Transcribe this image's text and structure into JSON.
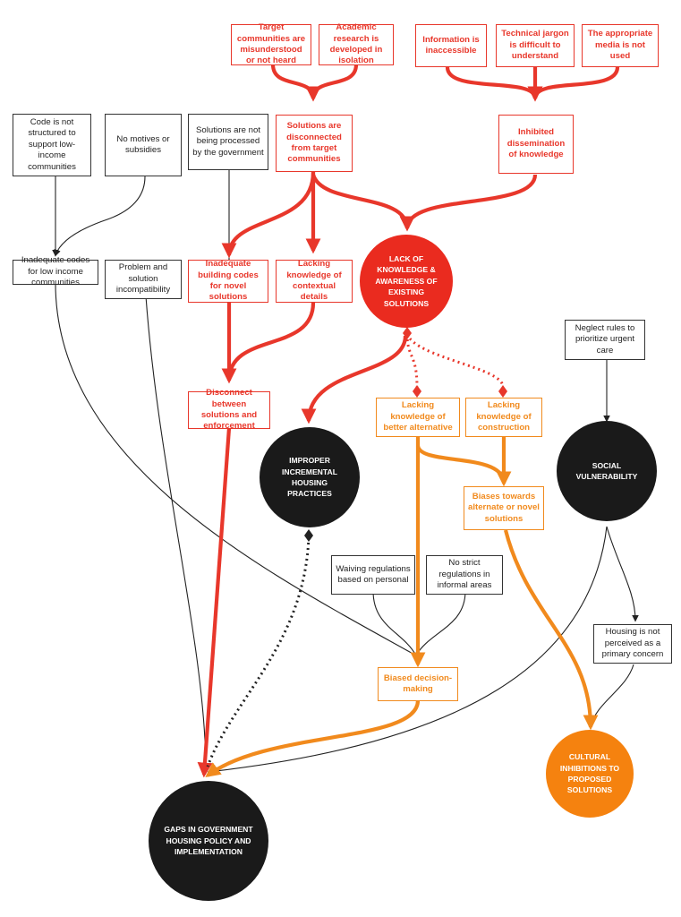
{
  "colors": {
    "red": "#e8372b",
    "orange": "#f18a1d",
    "black": "#1a1a1a",
    "gray": "#333333"
  },
  "nodes": {
    "target_communities": "Target communities are misunderstood or not heard",
    "academic_research": "Academic research is developed in isolation",
    "information_inaccessible": "Information is inaccessible",
    "technical_jargon": "Technical jargon is difficult to understand",
    "appropriate_media": "The appropriate media is not used",
    "code_not_structured": "Code is not structured to support low-income communities",
    "no_motives": "No motives or subsidies",
    "solutions_not_processed": "Solutions are not being processed by the government",
    "solutions_disconnected": "Solutions are disconnected from target communities",
    "inhibited_dissemination": "Inhibited dissemination of knowledge",
    "inadequate_codes_low_income": "Inadequate codes for low income communities",
    "problem_solution_incompat": "Problem and solution incompatibility",
    "inadequate_building_codes": "Inadequate building codes for novel solutions",
    "lacking_contextual": "Lacking knowledge of contextual details",
    "lack_knowledge_awareness": "LACK OF KNOWLEDGE & AWARENESS OF EXISTING SOLUTIONS",
    "neglect_rules": "Neglect rules to prioritize urgent care",
    "disconnect_enforcement": "Disconnect between solutions and enforcement",
    "lacking_better_alt": "Lacking knowledge of better alternative",
    "lacking_construction": "Lacking knowledge of construction",
    "improper_incremental": "IMPROPER INCREMENTAL HOUSING PRACTICES",
    "social_vulnerability": "SOCIAL VULNERABILITY",
    "biases_alternate": "Biases towards alternate or novel solutions",
    "waiving_regulations": "Waiving regulations based on personal",
    "no_strict_regulations": "No strict regulations in informal areas",
    "housing_not_perceived": "Housing is not perceived as a primary concern",
    "biased_decision": "Biased decision-making",
    "cultural_inhibitions": "CULTURAL INHIBITIONS TO PROPOSED SOLUTIONS",
    "gaps_government": "GAPS IN GOVERNMENT HOUSING POLICY AND IMPLEMENTATION"
  }
}
